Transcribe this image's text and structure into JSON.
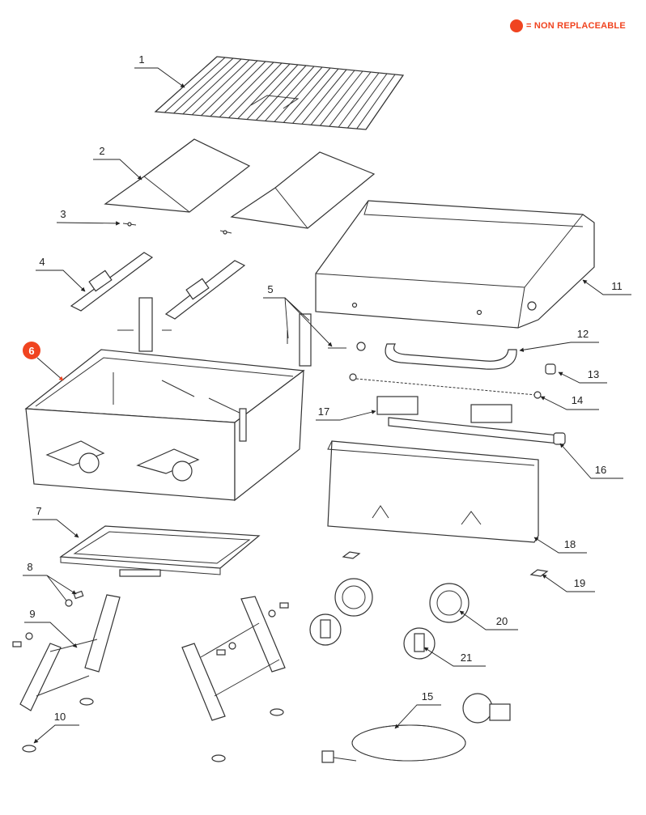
{
  "legend": {
    "text": "= NON REPLACEABLE",
    "color": "#f04420"
  },
  "callouts": {
    "c1": "1",
    "c2": "2",
    "c3": "3",
    "c4": "4",
    "c5": "5",
    "c6": "6",
    "c7": "7",
    "c8": "8",
    "c9": "9",
    "c10": "10",
    "c11": "11",
    "c12": "12",
    "c13": "13",
    "c14": "14",
    "c15": "15",
    "c16": "16",
    "c17": "17",
    "c18": "18",
    "c19": "19",
    "c20": "20",
    "c21": "21"
  },
  "non_replaceable": [
    "6"
  ]
}
